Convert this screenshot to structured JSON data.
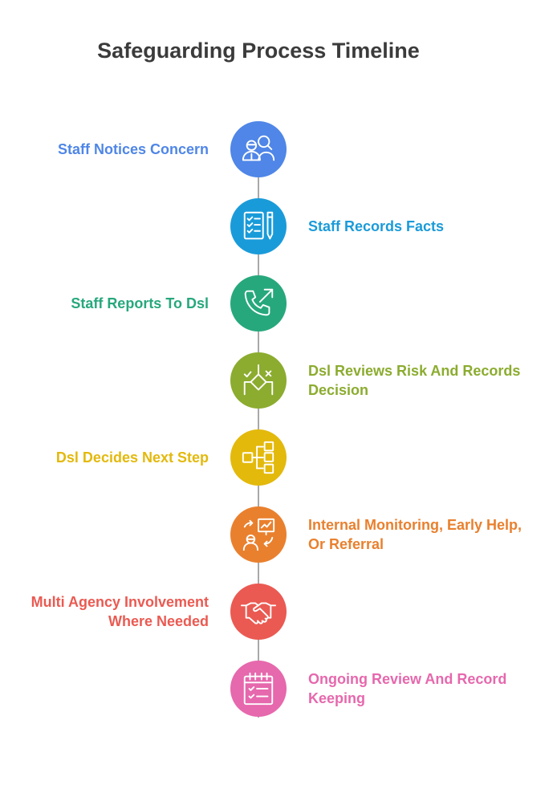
{
  "title": "Safeguarding Process Timeline",
  "steps": [
    {
      "line1": "Staff Notices Concern",
      "line2": "",
      "color": "#4f86e7",
      "icon": "people-magnifier-icon",
      "side": "left"
    },
    {
      "line1": "Staff Records Facts",
      "line2": "",
      "color": "#1a9bd9",
      "icon": "checklist-pen-icon",
      "side": "right"
    },
    {
      "line1": "Staff Reports To Dsl",
      "line2": "",
      "color": "#27a87c",
      "icon": "phone-outgoing-icon",
      "side": "left"
    },
    {
      "line1": "Dsl Reviews Risk And Records",
      "line2": "Decision",
      "color": "#8bac2f",
      "icon": "decision-diamond-icon",
      "side": "right"
    },
    {
      "line1": "Dsl Decides Next Step",
      "line2": "",
      "color": "#e3b90c",
      "icon": "flow-branch-icon",
      "side": "left"
    },
    {
      "line1": "Internal Monitoring, Early Help,",
      "line2": "Or Referral",
      "color": "#e9802e",
      "icon": "presenter-chart-icon",
      "side": "right"
    },
    {
      "line1": "Multi Agency Involvement",
      "line2": "Where Needed",
      "color": "#ea5a52",
      "icon": "handshake-icon",
      "side": "left"
    },
    {
      "line1": "Ongoing Review And Record",
      "line2": "Keeping",
      "color": "#e668ad",
      "icon": "calendar-checklist-icon",
      "side": "right"
    }
  ]
}
